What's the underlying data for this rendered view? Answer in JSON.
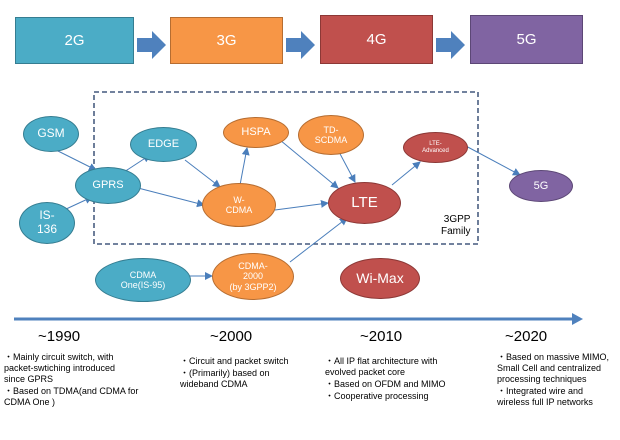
{
  "generations": [
    {
      "label": "2G",
      "color": "#4bacc6"
    },
    {
      "label": "3G",
      "color": "#f79646"
    },
    {
      "label": "4G",
      "color": "#c0504d"
    },
    {
      "label": "5G",
      "color": "#8064a2"
    }
  ],
  "technologies": {
    "gsm": "GSM",
    "is136": "IS-\n136",
    "gprs": "GPRS",
    "edge": "EDGE",
    "wcdma": "W-\nCDMA",
    "hspa": "HSPA",
    "tdscdma": "TD-\nSCDMA",
    "lte": "LTE",
    "lte_advanced": "LTE-\nAdvanced",
    "fiveg": "5G",
    "cdma_one": "CDMA\nOne(IS-95)",
    "cdma2000": "CDMA-\n2000\n(by 3GPP2)",
    "wimax": "Wi-Max"
  },
  "family_label": "3GPP\nFamily",
  "timeline": [
    {
      "era": "~1990",
      "notes": [
        "・Mainly circuit switch, with\npacket-swtiching introduced\nsince GPRS",
        "・Based on TDMA(and CDMA for\nCDMA One )"
      ]
    },
    {
      "era": "~2000",
      "notes": [
        "・Circuit and packet switch",
        "・(Primarily) based on\nwideband CDMA"
      ]
    },
    {
      "era": "~2010",
      "notes": [
        "・All IP flat architecture with\nevolved packet core",
        "・Based on OFDM and MIMO",
        "・Cooperative processing"
      ]
    },
    {
      "era": "~2020",
      "notes": [
        "・Based on massive MIMO,\nSmall Cell and centralized\nprocessing techniques",
        "・Integrated wire and\nwireless full IP networks"
      ]
    }
  ],
  "colors": {
    "teal": "#4bacc6",
    "orange": "#f79646",
    "red": "#c0504d",
    "purple": "#8064a2",
    "arrow": "#4f81bd",
    "connector": "#4a7ebb",
    "dashed_border": "#1f3864"
  }
}
